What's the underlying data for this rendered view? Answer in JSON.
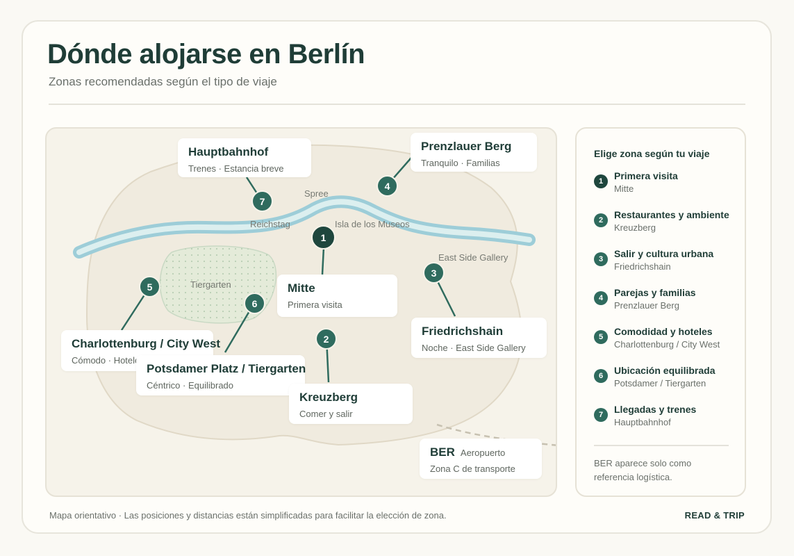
{
  "header": {
    "title": "Dónde alojarse en Berlín",
    "subtitle": "Zonas recomendadas según el tipo de viaje"
  },
  "map": {
    "place_labels": {
      "spree": "Spree",
      "reichstag": "Reichstag",
      "museum_island": "Isla de los Museos",
      "east_side_gallery": "East Side Gallery",
      "tiergarten": "Tiergarten"
    },
    "zones": [
      {
        "id": "1",
        "name": "Mitte",
        "desc": "Primera visita"
      },
      {
        "id": "2",
        "name": "Kreuzberg",
        "desc": "Comer y salir"
      },
      {
        "id": "3",
        "name": "Friedrichshain",
        "desc": "Noche · East Side Gallery"
      },
      {
        "id": "4",
        "name": "Prenzlauer Berg",
        "desc": "Tranquilo · Familias"
      },
      {
        "id": "5",
        "name": "Charlottenburg / City West",
        "desc": "Cómodo · Hoteles"
      },
      {
        "id": "6",
        "name": "Potsdamer Platz / Tiergarten",
        "desc": "Céntrico · Equilibrado"
      },
      {
        "id": "7",
        "name": "Hauptbahnhof",
        "desc": "Trenes · Estancia breve"
      }
    ],
    "airport": {
      "code": "BER",
      "tag": "Aeropuerto",
      "desc": "Zona C de transporte"
    },
    "colors": {
      "river": "#9dcdd8",
      "river_light": "#dcefef",
      "city_area": "#f0ebdf",
      "park": "#e4ebd9",
      "pin": "#2f6b5e",
      "pin_primary": "#1e463d"
    }
  },
  "legend": {
    "title": "Elige zona según tu viaje",
    "items": [
      {
        "num": "1",
        "title": "Primera visita",
        "sub": "Mitte"
      },
      {
        "num": "2",
        "title": "Restaurantes y ambiente",
        "sub": "Kreuzberg"
      },
      {
        "num": "3",
        "title": "Salir y cultura urbana",
        "sub": "Friedrichshain"
      },
      {
        "num": "4",
        "title": "Parejas y familias",
        "sub": "Prenzlauer Berg"
      },
      {
        "num": "5",
        "title": "Comodidad y hoteles",
        "sub": "Charlottenburg / City West"
      },
      {
        "num": "6",
        "title": "Ubicación equilibrada",
        "sub": "Potsdamer / Tiergarten"
      },
      {
        "num": "7",
        "title": "Llegadas y trenes",
        "sub": "Hauptbahnhof"
      }
    ],
    "note": "BER aparece solo como referencia logística."
  },
  "footer": {
    "note": "Mapa orientativo · Las posiciones y distancias están simplificadas para facilitar la elección de zona.",
    "brand": "READ & TRIP"
  }
}
